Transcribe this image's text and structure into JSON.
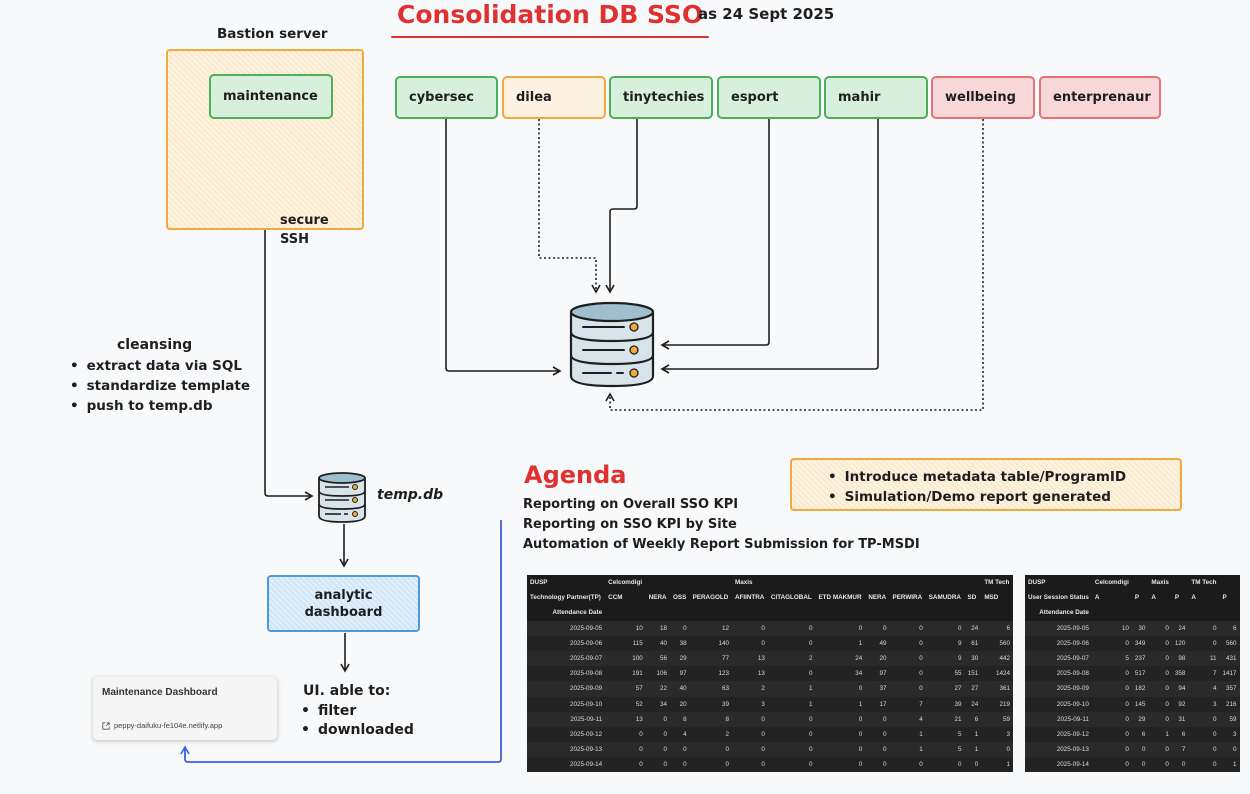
{
  "header": {
    "title": "Consolidation DB SSO",
    "subtitle": "as 24 Sept 2025"
  },
  "bastion": {
    "label": "Bastion server",
    "node": "maintenance",
    "connection_label": [
      "secure",
      "SSH"
    ]
  },
  "sources": [
    {
      "name": "cybersec",
      "status": "green"
    },
    {
      "name": "dilea",
      "status": "orange"
    },
    {
      "name": "tinytechies",
      "status": "green"
    },
    {
      "name": "esport",
      "status": "green"
    },
    {
      "name": "mahir",
      "status": "green"
    },
    {
      "name": "wellbeing",
      "status": "red"
    },
    {
      "name": "enterprenaur",
      "status": "red"
    }
  ],
  "status_colors": {
    "green": "#4fae5c",
    "orange": "#f0a93b",
    "red": "#e57373",
    "title": "#e03131",
    "flow": "#3f5fd8"
  },
  "cleansing": {
    "title": "cleansing",
    "steps": [
      "extract data via SQL",
      "standardize template",
      "push to temp.db"
    ]
  },
  "temp_db": {
    "label": "temp.db"
  },
  "analytic": {
    "line1": "analytic",
    "line2": "dashboard"
  },
  "ui": {
    "title": "UI. able to:",
    "features": [
      "filter",
      "downloaded"
    ]
  },
  "maintenance_card": {
    "title": "Maintenance Dashboard",
    "link": "peppy-daifuku-fe104e.netlify.app",
    "icon": "external-link-icon"
  },
  "agenda": {
    "title": "Agenda",
    "items": [
      "Reporting on Overall SSO KPI",
      "Reporting on SSO KPI by Site",
      "Automation of Weekly Report Submission for TP-MSDI"
    ]
  },
  "notes": {
    "items": [
      "Introduce metadata table/ProgramID",
      "Simulation/Demo report generated"
    ]
  },
  "table_site": {
    "header_rows": [
      [
        "DUSP",
        "Celcomdigi",
        "",
        "",
        "",
        "Maxis",
        "",
        "",
        "",
        "",
        "",
        "",
        "TM Tech"
      ],
      [
        "Technology Partner(TP)",
        "CCM",
        "NERA",
        "OSS",
        "PERAGOLD",
        "AFIINTRA",
        "CITAGLOBAL",
        "ETD MAKMUR",
        "NERA",
        "PERWIRA",
        "SAMUDRA",
        "SD",
        "MSD"
      ],
      [
        "Attendance Date",
        "",
        "",
        "",
        "",
        "",
        "",
        "",
        "",
        "",
        "",
        "",
        ""
      ]
    ],
    "rows": [
      [
        "2025-09-05",
        "10",
        "18",
        "0",
        "12",
        "0",
        "0",
        "0",
        "0",
        "0",
        "0",
        "24",
        "6"
      ],
      [
        "2025-09-06",
        "115",
        "40",
        "38",
        "140",
        "0",
        "0",
        "1",
        "49",
        "0",
        "9",
        "61",
        "560"
      ],
      [
        "2025-09-07",
        "100",
        "56",
        "29",
        "77",
        "13",
        "2",
        "24",
        "20",
        "0",
        "9",
        "30",
        "442"
      ],
      [
        "2025-09-08",
        "191",
        "106",
        "97",
        "123",
        "13",
        "0",
        "34",
        "97",
        "0",
        "55",
        "151",
        "1424"
      ],
      [
        "2025-09-09",
        "57",
        "22",
        "40",
        "63",
        "2",
        "1",
        "0",
        "37",
        "0",
        "27",
        "27",
        "361"
      ],
      [
        "2025-09-10",
        "52",
        "34",
        "20",
        "39",
        "3",
        "1",
        "1",
        "17",
        "7",
        "39",
        "24",
        "219"
      ],
      [
        "2025-09-11",
        "13",
        "0",
        "8",
        "8",
        "0",
        "0",
        "0",
        "0",
        "4",
        "21",
        "6",
        "59"
      ],
      [
        "2025-09-12",
        "0",
        "0",
        "4",
        "2",
        "0",
        "0",
        "0",
        "0",
        "1",
        "5",
        "1",
        "3"
      ],
      [
        "2025-09-13",
        "0",
        "0",
        "0",
        "0",
        "0",
        "0",
        "0",
        "0",
        "1",
        "5",
        "1",
        "0"
      ],
      [
        "2025-09-14",
        "0",
        "0",
        "0",
        "0",
        "0",
        "0",
        "0",
        "0",
        "0",
        "0",
        "0",
        "1"
      ]
    ]
  },
  "table_session": {
    "header_rows": [
      [
        "DUSP",
        "Celcomdigi",
        "",
        "Maxis",
        "",
        "TM Tech",
        ""
      ],
      [
        "User Session Status",
        "A",
        "P",
        "A",
        "P",
        "A",
        "P"
      ],
      [
        "Attendance Date",
        "",
        "",
        "",
        "",
        "",
        ""
      ]
    ],
    "rows": [
      [
        "2025-09-05",
        "10",
        "30",
        "0",
        "24",
        "0",
        "6"
      ],
      [
        "2025-09-06",
        "0",
        "349",
        "0",
        "120",
        "0",
        "560"
      ],
      [
        "2025-09-07",
        "5",
        "237",
        "0",
        "98",
        "11",
        "431"
      ],
      [
        "2025-09-08",
        "0",
        "517",
        "0",
        "358",
        "7",
        "1417"
      ],
      [
        "2025-09-09",
        "0",
        "182",
        "0",
        "94",
        "4",
        "357"
      ],
      [
        "2025-09-10",
        "0",
        "145",
        "0",
        "92",
        "3",
        "216"
      ],
      [
        "2025-09-11",
        "0",
        "29",
        "0",
        "31",
        "0",
        "59"
      ],
      [
        "2025-09-12",
        "0",
        "6",
        "1",
        "6",
        "0",
        "3"
      ],
      [
        "2025-09-13",
        "0",
        "0",
        "0",
        "7",
        "0",
        "0"
      ],
      [
        "2025-09-14",
        "0",
        "0",
        "0",
        "0",
        "0",
        "1"
      ]
    ]
  }
}
